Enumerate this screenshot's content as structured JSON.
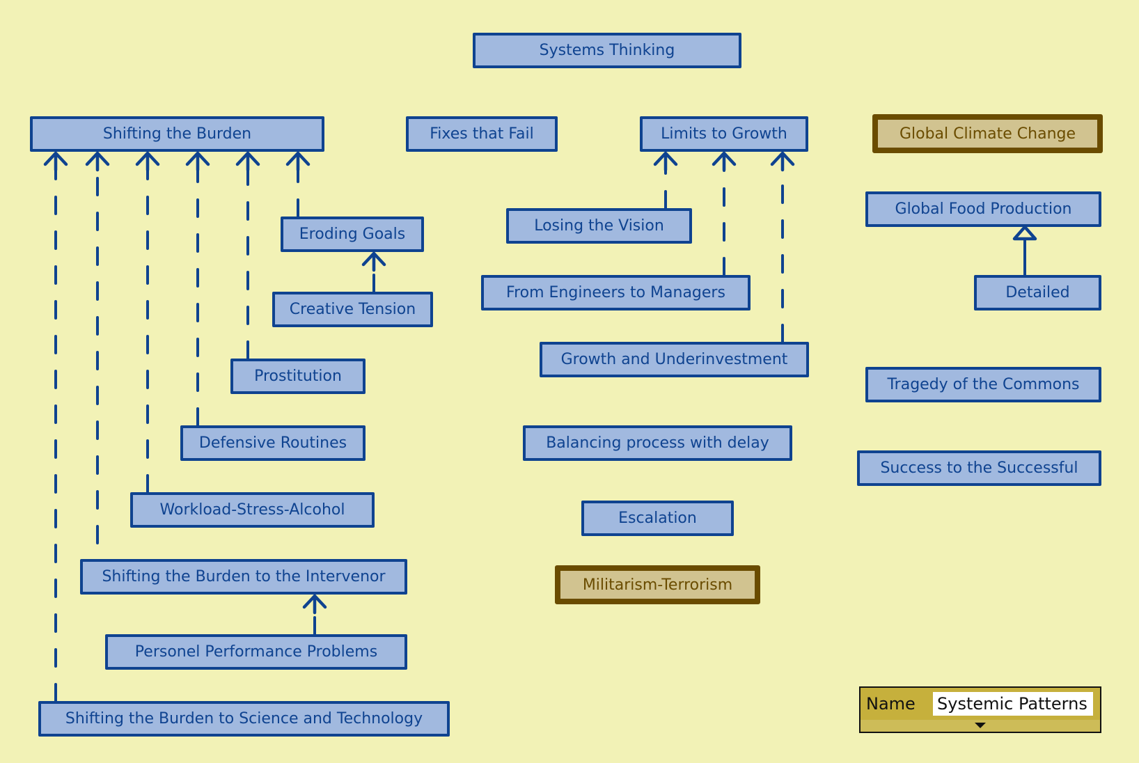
{
  "diagram": {
    "background_color": "#f2f2b6",
    "node_color": "#a1b9df",
    "node_border_color": "#0f4390",
    "highlight_fill_color": "#d1c390",
    "highlight_border_color": "#6a4c00",
    "nodes": {
      "systems_thinking": "Systems Thinking",
      "shifting_the_burden": "Shifting the Burden",
      "fixes_that_fail": "Fixes that Fail",
      "limits_to_growth": "Limits to Growth",
      "global_climate_change": "Global Climate Change",
      "global_food_production": "Global Food Production",
      "detailed": "Detailed",
      "eroding_goals": "Eroding Goals",
      "creative_tension": "Creative Tension",
      "prostitution": "Prostitution",
      "defensive_routines": "Defensive Routines",
      "workload_stress_alcohol": "Workload-Stress-Alcohol",
      "shifting_burden_intervenor": "Shifting the Burden to the Intervenor",
      "personel_performance_problems": "Personel Performance Problems",
      "shifting_burden_science_tech": "Shifting the Burden to Science and Technology",
      "losing_the_vision": "Losing the Vision",
      "engineers_to_managers": "From Engineers to Managers",
      "growth_underinvestment": "Growth and Underinvestment",
      "balancing_process_delay": "Balancing process with delay",
      "escalation": "Escalation",
      "militarism_terrorism": "Militarism-Terrorism",
      "tragedy_of_commons": "Tragedy of the Commons",
      "success_to_successful": "Success to the Successful"
    },
    "highlighted_nodes": [
      "global_climate_change",
      "militarism_terrorism"
    ],
    "edges": [
      {
        "from": "shifting_burden_science_tech",
        "to": "shifting_the_burden",
        "style": "dashed",
        "arrow": "open"
      },
      {
        "from": "shifting_burden_intervenor",
        "to": "shifting_the_burden",
        "style": "dashed",
        "arrow": "open"
      },
      {
        "from": "workload_stress_alcohol",
        "to": "shifting_the_burden",
        "style": "dashed",
        "arrow": "open"
      },
      {
        "from": "defensive_routines",
        "to": "shifting_the_burden",
        "style": "dashed",
        "arrow": "open"
      },
      {
        "from": "prostitution",
        "to": "shifting_the_burden",
        "style": "dashed",
        "arrow": "open"
      },
      {
        "from": "eroding_goals",
        "to": "shifting_the_burden",
        "style": "dashed",
        "arrow": "open"
      },
      {
        "from": "creative_tension",
        "to": "eroding_goals",
        "style": "dashed",
        "arrow": "open"
      },
      {
        "from": "personel_performance_problems",
        "to": "shifting_burden_intervenor",
        "style": "dashed",
        "arrow": "open"
      },
      {
        "from": "losing_the_vision",
        "to": "limits_to_growth",
        "style": "dashed",
        "arrow": "open"
      },
      {
        "from": "engineers_to_managers",
        "to": "limits_to_growth",
        "style": "dashed",
        "arrow": "open"
      },
      {
        "from": "growth_underinvestment",
        "to": "limits_to_growth",
        "style": "dashed",
        "arrow": "open"
      },
      {
        "from": "detailed",
        "to": "global_food_production",
        "style": "solid",
        "arrow": "hollow-triangle"
      }
    ]
  },
  "name_panel": {
    "label": "Name",
    "value": "Systemic Patterns"
  }
}
